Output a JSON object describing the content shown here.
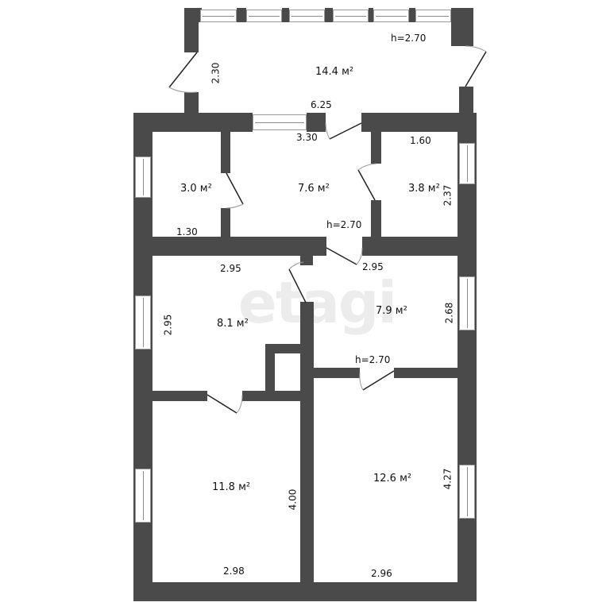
{
  "watermark": "etagi",
  "colors": {
    "wall": "#4a4a4a",
    "background": "#ffffff",
    "text": "#111111"
  },
  "rooms": [
    {
      "id": "balcony",
      "area": "14.4 м²",
      "height": "h=2.70",
      "width_dim": "6.25",
      "depth_dim": "2.30"
    },
    {
      "id": "storage-small",
      "area": "3.0 м²",
      "width_dim": "1.30"
    },
    {
      "id": "hall",
      "area": "7.6 м²",
      "width_dim": "3.30",
      "height": "h=2.70"
    },
    {
      "id": "bathroom",
      "area": "3.8 м²",
      "width_dim": "1.60",
      "depth_dim": "2.37"
    },
    {
      "id": "kitchen",
      "area": "8.1 м²",
      "width_dim": "2.95",
      "depth_dim": "2.95"
    },
    {
      "id": "corridor",
      "area": "7.9 м²",
      "width_dim": "2.95",
      "depth_dim": "2.68",
      "height": "h=2.70"
    },
    {
      "id": "bedroom-left",
      "area": "11.8 м²",
      "width_dim": "2.98",
      "depth_dim": "4.00"
    },
    {
      "id": "bedroom-right",
      "area": "12.6 м²",
      "width_dim": "2.96",
      "depth_dim": "4.27"
    }
  ]
}
